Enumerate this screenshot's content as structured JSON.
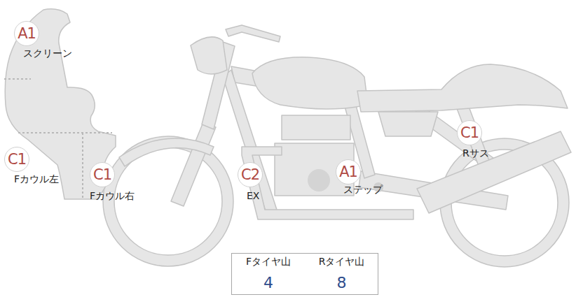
{
  "diagram": {
    "nodes": [
      {
        "text": [
          "A1",
          "スクリーン"
        ]
      },
      {
        "text": [
          "C1",
          "Fカウル左"
        ]
      },
      {
        "text": [
          "C1",
          "Fカウル右"
        ]
      },
      {
        "text": [
          "C2",
          "EX"
        ]
      },
      {
        "text": [
          "A1",
          "ステップ"
        ]
      },
      {
        "text": [
          "C1",
          "Rサス"
        ]
      }
    ],
    "labels": [
      "Fタイヤ山",
      "Rタイヤ山",
      "4",
      "8"
    ]
  }
}
